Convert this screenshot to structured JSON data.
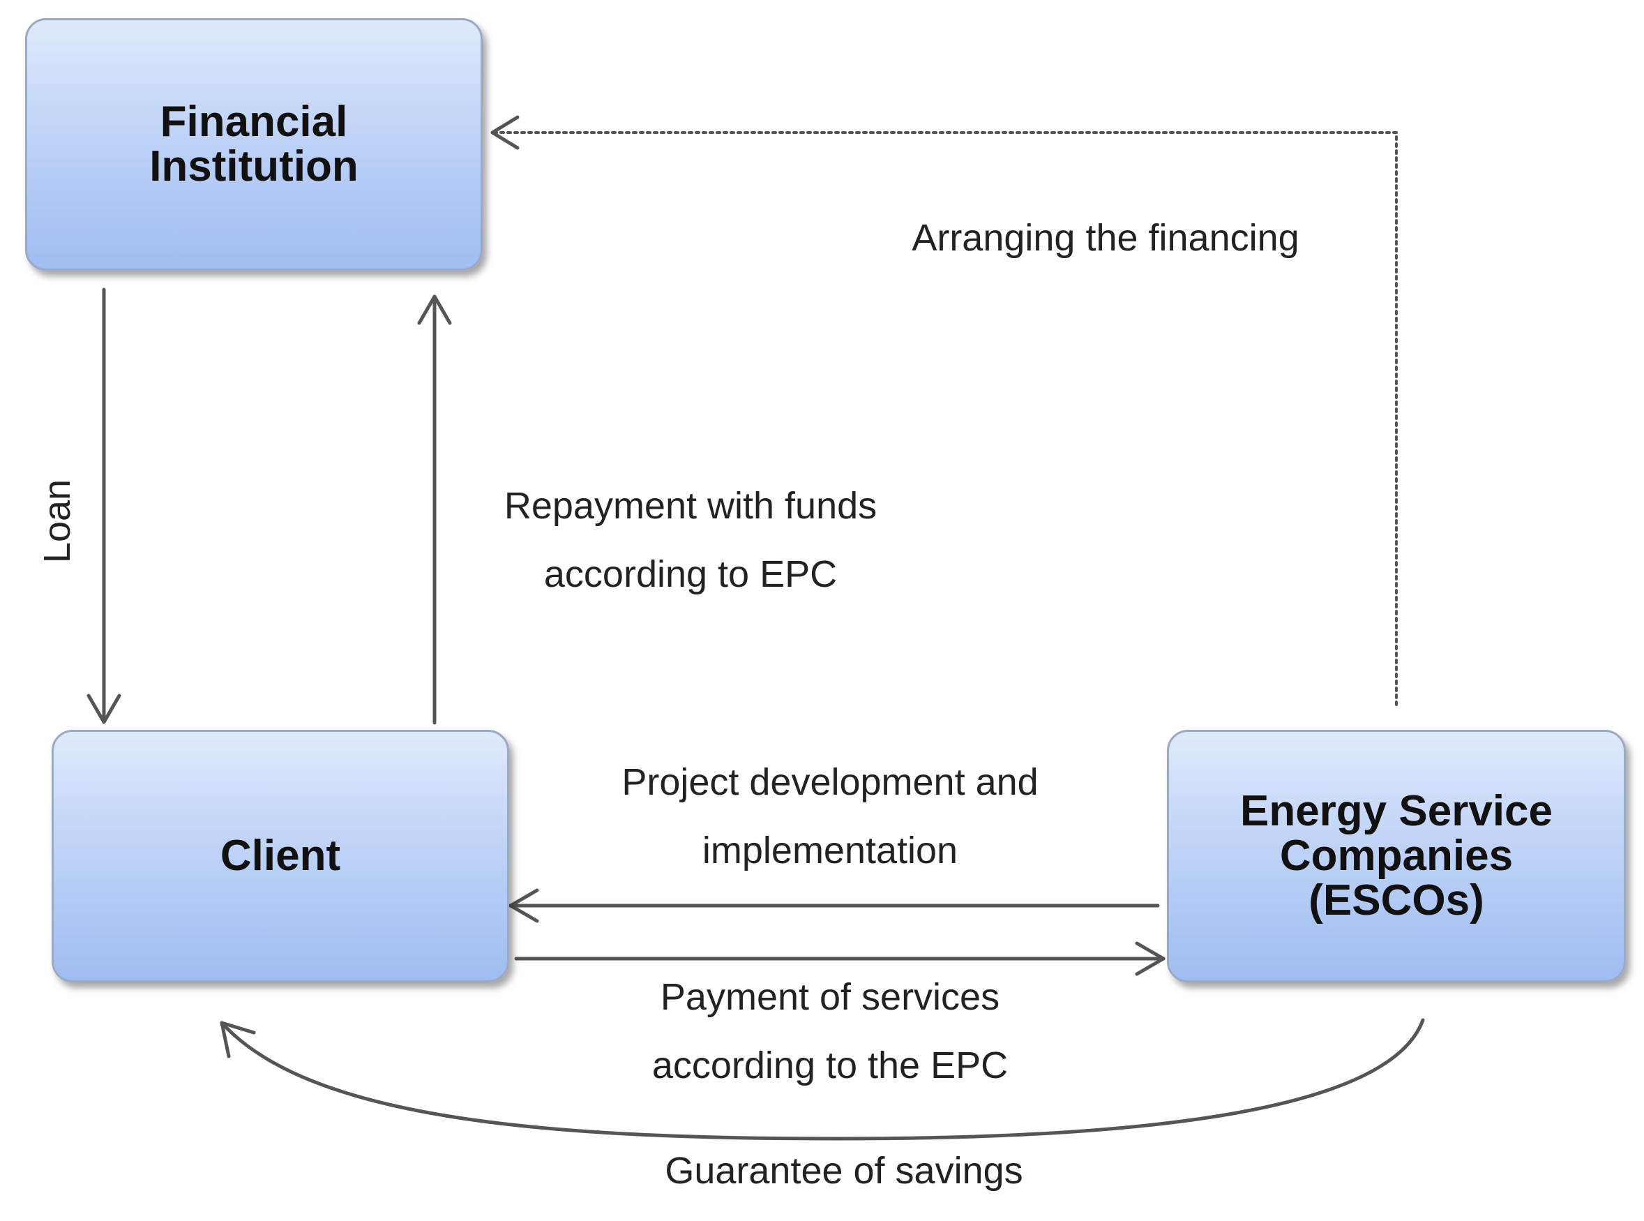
{
  "nodes": {
    "financial_institution": {
      "line1": "Financial",
      "line2": "Institution"
    },
    "client": {
      "label": "Client"
    },
    "esco": {
      "line1": "Energy Service",
      "line2": "Companies",
      "line3": "(ESCOs)"
    }
  },
  "edges": {
    "loan": "Loan",
    "repayment": {
      "line1": "Repayment with funds",
      "line2": "according to EPC"
    },
    "arranging": "Arranging the financing",
    "project": {
      "line1": "Project development and",
      "line2": "implementation"
    },
    "payment": {
      "line1": "Payment of services",
      "line2": "according to the EPC"
    },
    "guarantee": "Guarantee of savings"
  },
  "colors": {
    "node_fill_top": "#dfe9fb",
    "node_fill_bottom": "#9fbdf2",
    "node_border": "#9aa9c4",
    "arrow": "#555555",
    "text": "#222222"
  }
}
